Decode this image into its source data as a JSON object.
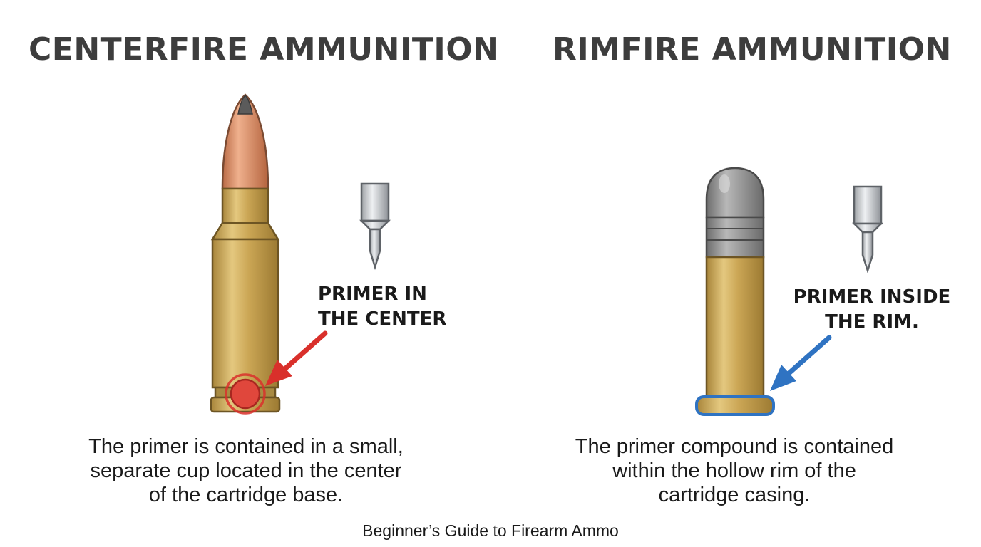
{
  "centerfire": {
    "title": "CENTERFIRE AMMUNITION",
    "callout": [
      "PRIMER IN",
      "THE CENTER"
    ],
    "description": [
      "The primer is contained in a small,",
      "separate cup located in the center",
      "of the cartridge base."
    ],
    "arrow_color": "#d9302b"
  },
  "rimfire": {
    "title": "RIMFIRE AMMUNITION",
    "callout": [
      "PRIMER INSIDE",
      "THE RIM."
    ],
    "description": [
      "The primer compound is contained",
      "within the hollow rim of the",
      "cartridge casing."
    ],
    "arrow_color": "#2f73c2"
  },
  "footer": "Beginner’s Guide to Firearm Ammo",
  "colors": {
    "brass": "#c9a64f",
    "copper": "#c97a55",
    "lead": "#8e8e8e",
    "primer": "#e0473c",
    "steel": "#c9cccf"
  }
}
